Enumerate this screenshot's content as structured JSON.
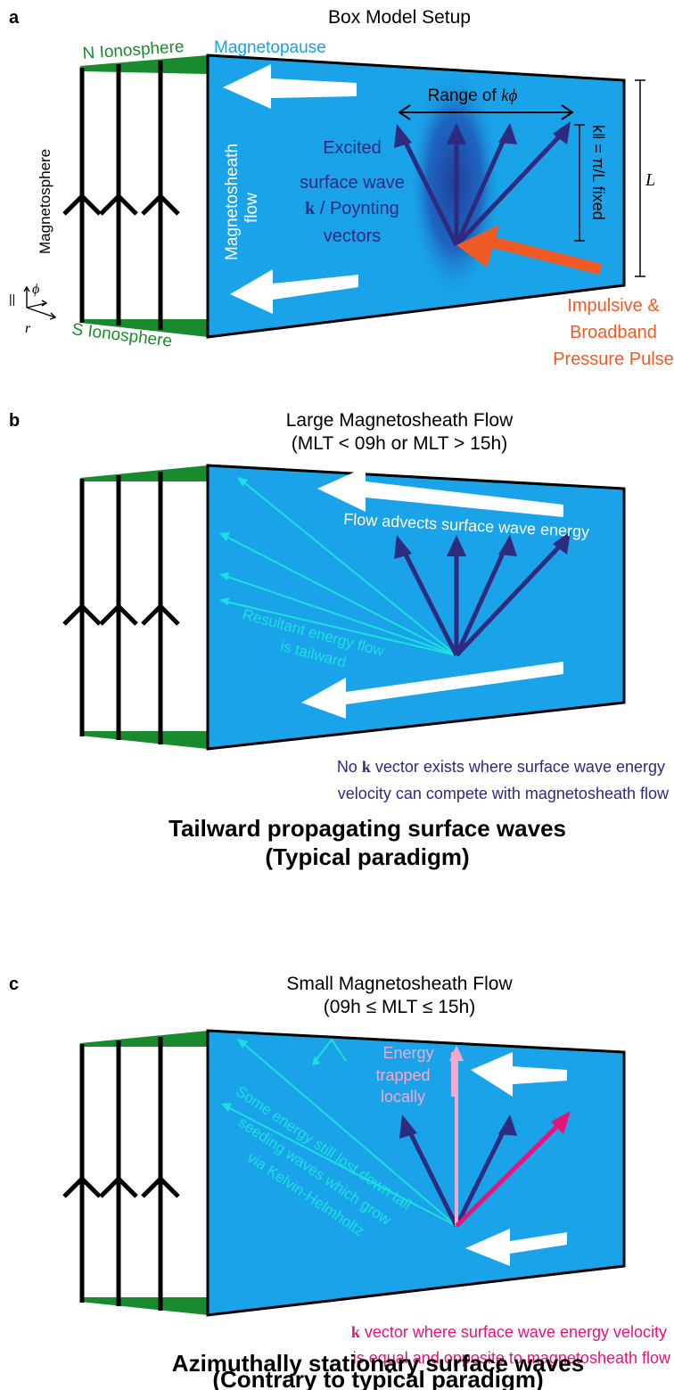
{
  "colors": {
    "magnetopause": "#1aa3e8",
    "ionosphere": "#1a8a2e",
    "wave_arrow": "#2e2a7e",
    "flow_text": "#1ce0e0",
    "pulse": "#f05a24",
    "k_stationary": "#e8127a",
    "trapped": "#f4a8cc",
    "label_blue": "#2e2a7e",
    "magnetopause_label": "#15a4e4"
  },
  "panel_a": {
    "letter": "a",
    "title": "Box Model Setup",
    "n_ionosphere": "N Ionosphere",
    "magnetopause": "Magnetopause",
    "magnetosphere": "Magnetosphere",
    "magnetosheath_flow_1": "Magnetosheath",
    "magnetosheath_flow_2": "flow",
    "range_label": "Range of ",
    "range_symbol": "kϕ",
    "excited_1": "Excited",
    "excited_2": "surface wave",
    "excited_3_bold": "k",
    "excited_3": " / Poynting",
    "excited_4": "vectors",
    "kpar_label": "k‖ = π/L fixed",
    "L_label": "L",
    "axis_par": "||",
    "axis_phi": "ϕ",
    "axis_r": "r",
    "s_ionosphere": "S Ionosphere",
    "pulse_1": "Impulsive &",
    "pulse_2": "Broadband",
    "pulse_3": "Pressure Pulse"
  },
  "panel_b": {
    "letter": "b",
    "title_1": "Large Magnetosheath Flow",
    "title_2": "(MLT < 09h or MLT > 15h)",
    "flow_advects": "Flow advects surface wave energy",
    "resultant_1": "Resultant energy flow",
    "resultant_2": "is tailward",
    "note_1_pre": "No ",
    "note_1_bold": "k",
    "note_1_post": " vector exists where surface wave energy",
    "note_2": "velocity can compete with magnetosheath flow",
    "heading_1": "Tailward propagating surface waves",
    "heading_2": "(Typical paradigm)"
  },
  "panel_c": {
    "letter": "c",
    "title_1": "Small Magnetosheath Flow",
    "title_2": "(09h ≤ MLT ≤ 15h)",
    "energy_1": "Energy",
    "energy_2": "trapped",
    "energy_3": "locally",
    "some_1": "Some energy still lost down tail",
    "some_2": "seeding waves which grow",
    "some_3": "via Kelvin-Helmholtz",
    "note_1_bold": "k",
    "note_1_post": " vector where surface wave energy velocity",
    "note_2": "is equal and opposite to magnetosheath flow",
    "heading_1": "Azimuthally stationary surface waves",
    "heading_2": "(Contrary to typical paradigm)"
  }
}
